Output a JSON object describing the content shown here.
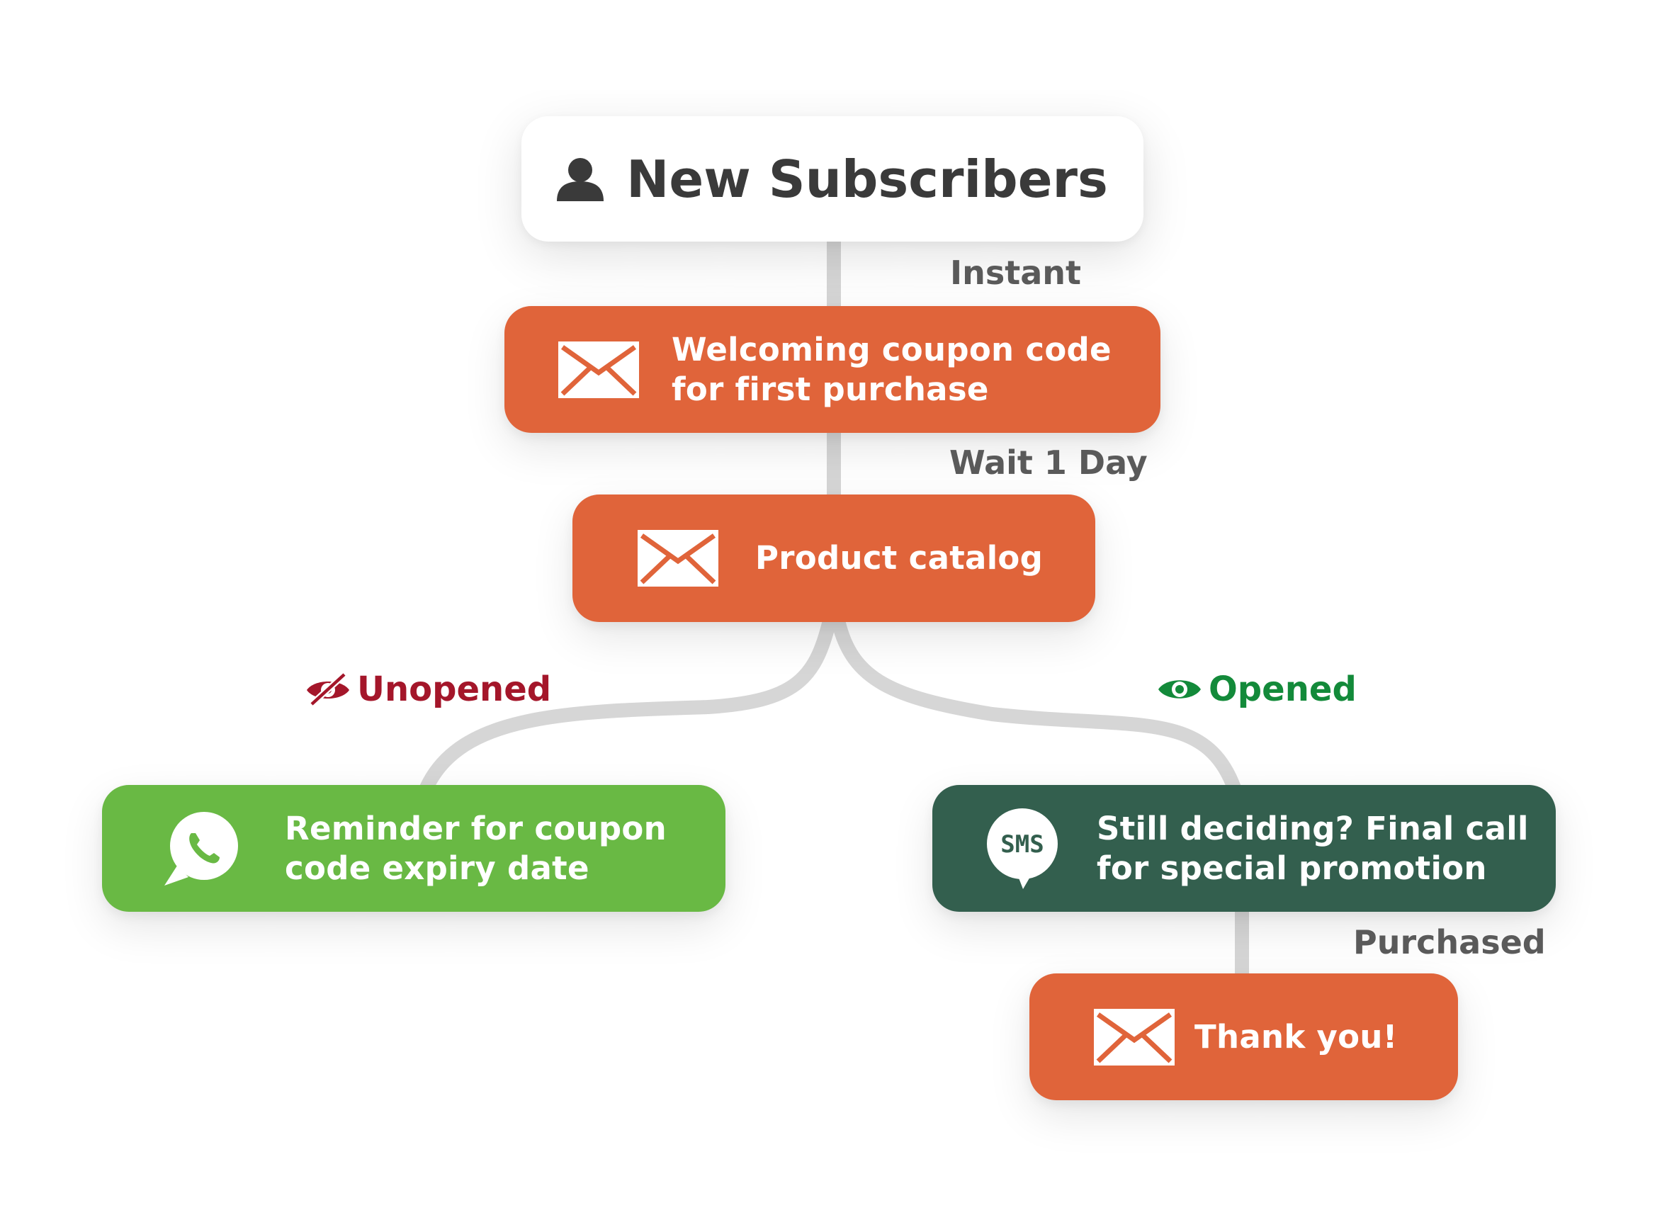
{
  "colors": {
    "email": "#e0643a",
    "whatsapp": "#69b944",
    "sms": "#335f4e",
    "connector": "#d6d6d6",
    "unopened": "#a4162a",
    "opened": "#138a3a",
    "edge_label": "#5a5a5a"
  },
  "start_node": {
    "icon": "user-icon",
    "title": "New Subscribers"
  },
  "edges": {
    "instant": "Instant",
    "wait": "Wait 1 Day",
    "unopened": "Unopened",
    "opened": "Opened",
    "purchased": "Purchased"
  },
  "nodes": {
    "welcome": {
      "icon": "envelope-icon",
      "line1": "Welcoming coupon code",
      "line2": "for first purchase"
    },
    "catalog": {
      "icon": "envelope-icon",
      "line1": "Product catalog"
    },
    "reminder": {
      "icon": "whatsapp-icon",
      "line1": "Reminder for coupon",
      "line2": "code expiry date"
    },
    "final_call": {
      "icon": "sms-icon",
      "icon_text": "SMS",
      "line1": "Still deciding? Final call",
      "line2": "for special promotion"
    },
    "thanks": {
      "icon": "envelope-icon",
      "line1": "Thank you!"
    }
  }
}
